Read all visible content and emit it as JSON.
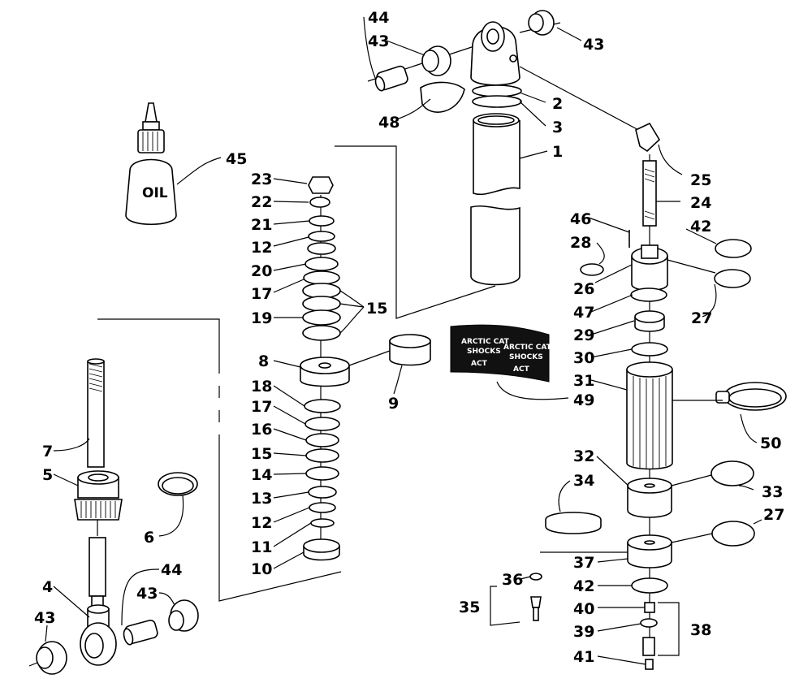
{
  "oil_label": "OIL",
  "sticker": {
    "left": [
      "ARCTIC CAT",
      "SHOCKS"
    ],
    "right": [
      "ARCTIC CAT",
      "SHOCKS"
    ],
    "logo": "ACT"
  },
  "callouts": {
    "p1": "1",
    "p2": "2",
    "p3": "3",
    "p4": "4",
    "p5": "5",
    "p6": "6",
    "p7": "7",
    "p8": "8",
    "p9": "9",
    "p10": "10",
    "p11": "11",
    "p12a": "12",
    "p12b": "12",
    "p13": "13",
    "p14": "14",
    "p15a": "15",
    "p15b": "15",
    "p16": "16",
    "p17a": "17",
    "p17b": "17",
    "p18": "18",
    "p19": "19",
    "p20": "20",
    "p21": "21",
    "p22": "22",
    "p23": "23",
    "p24": "24",
    "p25": "25",
    "p26": "26",
    "p27a": "27",
    "p27b": "27",
    "p28": "28",
    "p29": "29",
    "p30": "30",
    "p31": "31",
    "p32": "32",
    "p33": "33",
    "p34": "34",
    "p35": "35",
    "p36": "36",
    "p37": "37",
    "p38": "38",
    "p39": "39",
    "p40": "40",
    "p41": "41",
    "p42a": "42",
    "p42b": "42",
    "p43a": "43",
    "p43b": "43",
    "p43c": "43",
    "p43d": "43",
    "p44a": "44",
    "p44b": "44",
    "p45": "45",
    "p46": "46",
    "p47": "47",
    "p48": "48",
    "p49": "49",
    "p50": "50"
  }
}
